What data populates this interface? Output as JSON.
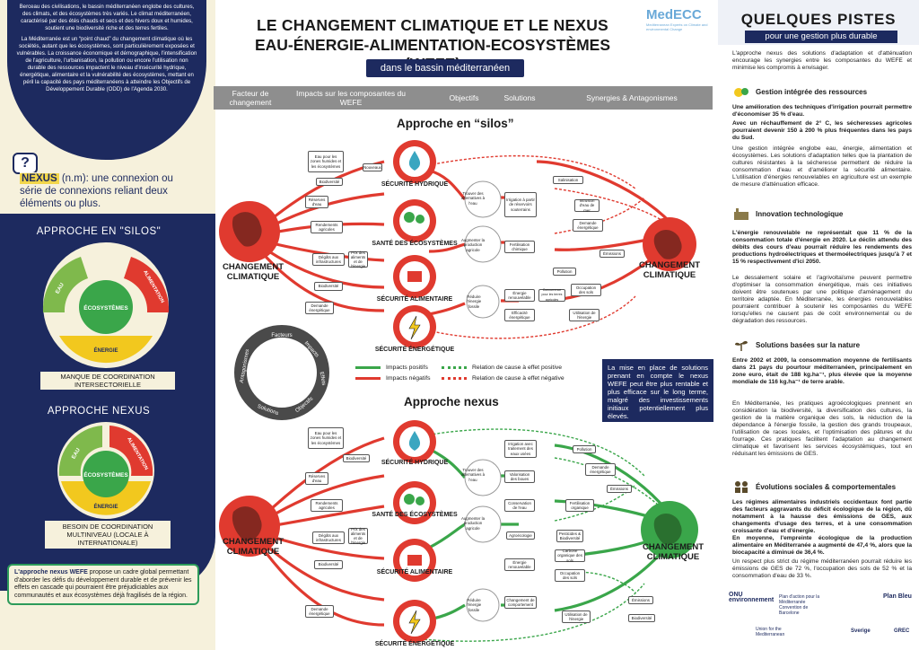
{
  "intro": {
    "p1": "Berceau des civilisations, le bassin méditerranéen englobe des cultures, des climats, et des écosystèmes très variés. Le climat méditerranéen, caractérisé par des étés chauds et secs et des hivers doux et humides, soutient une biodiversité riche et des terres fertiles.",
    "p2": "La Méditerranée est un “point chaud” du changement climatique où les sociétés, autant que les écosystèmes, sont particulièrement exposées et vulnérables. La croissance économique et démographique, l'intensification de l'agriculture, l'urbanisation, la pollution ou encore l'utilisation non durable des ressources impactent le niveau d'insécurité hydrique, énergétique, alimentaire et la vulnérabilité des écosystèmes, mettant en péril la capacité des pays méditerranéens à atteindre les Objectifs de Développement Durable (ODD) de l'Agenda 2030."
  },
  "definition": {
    "term": "NEXUS",
    "pos": "(n.m)",
    "text": ": une connexion ou série de connexions reliant deux éléments ou plus."
  },
  "left": {
    "silos_heading": "APPROCHE EN \"SILOS\"",
    "silos_caption": "MANQUE DE COORDINATION INTERSECTORIELLE",
    "nexus_heading": "APPROCHE NEXUS",
    "nexus_caption": "BESOIN DE COORDINATION MULTINIVEAU (LOCALE À INTERNATIONALE)",
    "ring_labels": {
      "eau": "EAU",
      "alimentation": "ALIMENTATION",
      "ecosystemes": "ÉCOSYSTÈMES",
      "energie": "ÉNERGIE"
    },
    "bottom_bold": "L'approche nexus WEFE",
    "bottom_text": " propose un cadre global permettant d'aborder les défis du développement durable et de prévenir les effets en cascade qui pourraient être préjudiciables aux communautés et aux écosystèmes déjà fragilisés de la région."
  },
  "center": {
    "title_line1": "LE CHANGEMENT CLIMATIQUE ET LE NEXUS",
    "title_line2": "EAU-ÉNERGIE-ALIMENTATION-ECOSYSTÈMES (WEFE)",
    "subtitle": "dans le bassin méditerranéen",
    "logo_title": "MedECC",
    "logo_sub": "Mediterranean Experts on Climate and environmental Change",
    "headers": [
      "Facteur de changement",
      "Impacts sur les composantes du WEFE",
      "Objectifs",
      "Solutions",
      "Synergies & Antagonismes"
    ],
    "silos_title": "Approche en “silos”",
    "nexus_title": "Approche nexus",
    "climate_change": "CHANGEMENT CLIMATIQUE",
    "sectors": [
      "SÉCURITÉ HYDRIQUE",
      "SANTÉ DES ÉCOSYSTÈMES",
      "SÉCURITÉ ALIMENTAIRE",
      "SÉCURITÉ ÉNERGÉTIQUE"
    ],
    "impacts": [
      "Eau pour les zones humides et les écosystèmes",
      "Biodiversité",
      "Réserves d'eau",
      "Rendements agricoles",
      "Dégâts aux infrastructures",
      "Prix des aliments et de l'énergie",
      "Biodiversité",
      "Demande énergétique",
      "Nouveaux"
    ],
    "objectives": [
      "Trouver des alternatives à l'eau",
      "Augmenter la production agricole",
      "Réduire l'énergie fossile"
    ],
    "silos_solutions": [
      "Irrigation à partir de réservoirs souterrains",
      "Fertilisation chimique",
      "Énergie renouvelable",
      "Efficacité énergétique"
    ],
    "silos_effects": [
      "Salinisation",
      "Intrusion d'eau de mer",
      "Demande énergétique",
      "Émissions",
      "Pollution",
      "Occupation des sols",
      "Utilisation de l'énergie",
      "Concurrence pour les terres agricoles"
    ],
    "nexus_solutions": [
      "Irrigation avec traitement des eaux usées",
      "Valorisation des boues",
      "Conservation de l'eau",
      "Agroécologie",
      "Énergie renouvelable",
      "Changement de comportement"
    ],
    "nexus_effects": [
      "Pollution",
      "Demande énergétique",
      "Émissions",
      "Fertilisation organique",
      "Pesticides & Biodiversité",
      "Carbone organique des sols",
      "Occupation des sols",
      "Utilisation de l'énergie",
      "Émissions",
      "Biodiversité"
    ],
    "cycle_labels": [
      "Facteurs",
      "Impacts",
      "Effets",
      "Objectifs",
      "Solutions",
      "Antagonismes"
    ],
    "legend": {
      "pos": "Impacts positifs",
      "neg": "Impacts négatifs",
      "cause_pos": "Relation de cause à effet positive",
      "cause_neg": "Relation de cause à effet négative"
    },
    "blue_note": "La mise en place de solutions prenant en compte le nexus WEFE peut être plus rentable et plus efficace sur le long terme, malgré des investissements initiaux potentiellement plus élevés."
  },
  "right": {
    "title": "QUELQUES PISTES",
    "subtitle": "pour une gestion plus durable",
    "intro": "L'approche nexus des solutions d'adaptation et d'atténuation encourage les synergies entre les composantes du WEFE et minimise les compromis à envisager.",
    "s1_head": "Gestion intégrée des ressources",
    "s1_bold": "Une amélioration des techniques d'irrigation pourrait permettre d'économiser 35 % d'eau.",
    "s1_bold2": "Avec un réchauffement de 2° C, les sécheresses agricoles pourraient devenir 150 à 200 % plus fréquentes dans les pays du Sud.",
    "s1_text": "Une gestion intégrée englobe eau, énergie, alimentation et écosystèmes. Les solutions d'adaptation telles que la plantation de cultures résistantes à la sécheresse permettent de réduire la consommation d'eau et d'améliorer la sécurité alimentaire. L'utilisation d'énergies renouvelables en agriculture est un exemple de mesure d'atténuation efficace.",
    "s2_head": "Innovation technologique",
    "s2_bold": "L'énergie renouvelable ne représentait que 11 % de la consommation totale d'énergie en 2020. Le déclin attendu des débits des cours d'eau pourrait réduire les rendements des productions hydroélectriques et thermoélectriques jusqu'à 7 et 15 % respectivement d'ici 2050.",
    "s2_text": "Le dessalement solaire et l'agrivoltaïsme peuvent permettre d'optimiser la consommation énergétique, mais ces initiatives doivent être soutenues par une politique d'aménagement du territoire adaptée. En Méditerranée, les énergies renouvelables pourraient contribuer à soutenir les composantes du WEFE lorsqu'elles ne causent pas de coût environnemental ou de dégradation des ressources.",
    "s3_head": "Solutions basées sur la nature",
    "s3_bold": "Entre 2002 et 2009, la consommation moyenne de fertilisants dans 21 pays du pourtour méditerranéen, principalement en zone euro, était de 188 kg.ha⁻¹, plus élevée que la moyenne mondiale de 116 kg.ha⁻¹ de terre arable.",
    "s3_text": "En Méditerranée, les pratiques agroécologiques prennent en considération la biodiversité, la diversification des cultures, la gestion de la matière organique des sols, la réduction de la dépendance à l'énergie fossile, la gestion des grands troupeaux, l'utilisation de races locales, et l'optimisation des pâtures et du fourrage. Ces pratiques facilitent l'adaptation au changement climatique et favorisent les services écosystémiques, tout en réduisant les émissions de GES.",
    "s4_head": "Évolutions sociales & comportementales",
    "s4_bold": "Les régimes alimentaires industriels occidentaux font partie des facteurs aggravants du déficit écologique de la région, dû notamment à la hausse des émissions de GES, aux changements d'usage des terres, et à une consommation croissante d'eau et d'énergie.",
    "s4_bold2": "En moyenne, l'empreinte écologique de la production alimentaire en Méditerranée a augmenté de 47,4 %, alors que la biocapacité a diminué de 36,4 %.",
    "s4_text": "Un respect plus strict du régime méditerranéen pourrait réduire les émissions de GES de 72 %, l'occupation des sols de 52 % et la consommation d'eau de 33 %.",
    "logo_onu": "ONU environnement",
    "logo_pam": "Plan d'action pour la Méditerranée Convention de Barcelone",
    "logo_plan": "Plan Bleu",
    "logo_ufm": "Union for the Mediterranean",
    "logo_sweden": "Sverige",
    "logo_grec": "GREC"
  },
  "colors": {
    "navy": "#1d2a5f",
    "red": "#e03a2f",
    "green": "#3aa64a",
    "cream": "#f6f1dc",
    "yellow": "#f2c81e"
  }
}
